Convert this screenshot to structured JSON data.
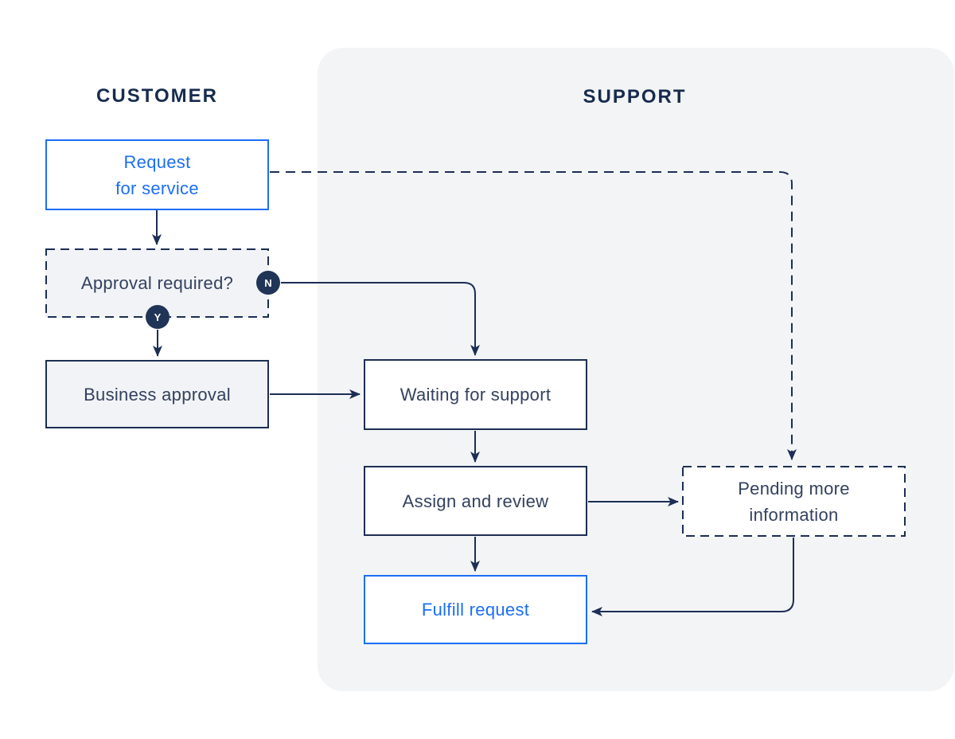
{
  "lanes": {
    "customer": {
      "label": "CUSTOMER"
    },
    "support": {
      "label": "SUPPORT"
    }
  },
  "nodes": {
    "request": {
      "lines": [
        "Request",
        "for service"
      ]
    },
    "approval": {
      "label": "Approval required?"
    },
    "business": {
      "label": "Business approval"
    },
    "waiting": {
      "label": "Waiting for support"
    },
    "assign": {
      "label": "Assign and review"
    },
    "fulfill": {
      "label": "Fulfill request"
    },
    "pending": {
      "lines": [
        "Pending more",
        "information"
      ]
    }
  },
  "badges": {
    "no": "N",
    "yes": "Y"
  },
  "colors": {
    "navy_stroke": "#1C2E54",
    "navy_text": "#33415E",
    "header_navy": "#172B4D",
    "blue": "#1B6EF5",
    "panel_gray": "#F3F4F6",
    "box_gray": "#F2F3F6",
    "badge_navy": "#203457",
    "background": "#FFFFFF"
  }
}
